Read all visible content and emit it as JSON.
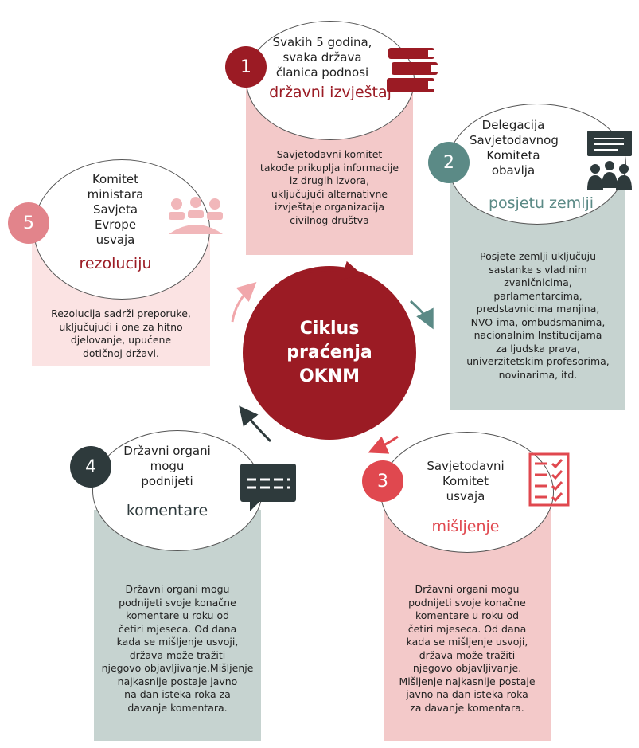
{
  "colors": {
    "dark_red": "#9b1b24",
    "teal": "#5b8a86",
    "pink": "#e2848b",
    "bright_red": "#e0484f",
    "charcoal": "#2e3a3c",
    "panel_pink": "#f3c9c9",
    "panel_teal": "#c6d3d0",
    "panel_light_pink": "#fbe3e3"
  },
  "center": {
    "line1": "Ciklus",
    "line2": "praćenja",
    "line3": "OKNM"
  },
  "steps": [
    {
      "number": "1",
      "line1": "Svakih 5 godina,",
      "line2": "svaka država",
      "line3": "članica podnosi",
      "keyword": "državni izvještaj",
      "description": [
        "Savjetodavni komitet",
        "takođe prikuplja informacije",
        "iz drugih izvora,",
        "uključujući alternativne",
        "izvještaje organizacija",
        "civilnog društva"
      ],
      "icon": "books-icon"
    },
    {
      "number": "2",
      "line1": "Delegacija",
      "line2": "Savjetodavnog",
      "line3": "Komiteta",
      "line4": "obavlja",
      "keyword": "posjetu zemlji",
      "description": [
        "Posjete zemlji uključuju",
        "sastanke s vladinim",
        "zvaničnicima,",
        "parlamentarcima,",
        "predstavnicima manjina,",
        "NVO-ima, ombudsmanima,",
        "nacionalnim Institucijama",
        "za ljudska prava,",
        "univerzitetskim profesorima,",
        "novinarima, itd."
      ],
      "icon": "meeting-presentation-icon"
    },
    {
      "number": "3",
      "line1": "Savjetodavni",
      "line2": "Komitet",
      "line3": "usvaja",
      "keyword": "mišljenje",
      "description": [
        "Državni organi mogu",
        "podnijeti svoje konačne",
        "komentare u roku od",
        "četiri mjeseca. Od dana",
        "kada se mišljenje usvoji,",
        "država može tražiti",
        "njegovo objavljivanje.",
        "Mišljenje najkasnije postaje",
        "javno na dan isteka roka",
        "za davanje komentara."
      ],
      "icon": "checklist-icon"
    },
    {
      "number": "4",
      "line1": "Državni organi",
      "line2": "mogu",
      "line3": "podnijeti",
      "keyword": "komentare",
      "description": [
        "Državni organi mogu",
        "podnijeti svoje konačne",
        "komentare u roku od",
        "četiri mjeseca. Od dana",
        "kada se mišljenje usvoji,",
        "država može tražiti",
        "njegovo objavljivanje.Mišljenje",
        "najkasnije postaje javno",
        "na dan isteka roka za",
        "davanje komentara."
      ],
      "icon": "speech-bubble-icon"
    },
    {
      "number": "5",
      "line1": "Komitet",
      "line2": "ministara",
      "line3": "Savjeta",
      "line4": "Evrope",
      "line5": "usvaja",
      "keyword": "rezoluciju",
      "description": [
        "Rezolucija sadrži preporuke,",
        "uključujući i one za hitno",
        "djelovanje, upućene",
        "dotičnoj državi."
      ],
      "icon": "group-icon"
    }
  ]
}
